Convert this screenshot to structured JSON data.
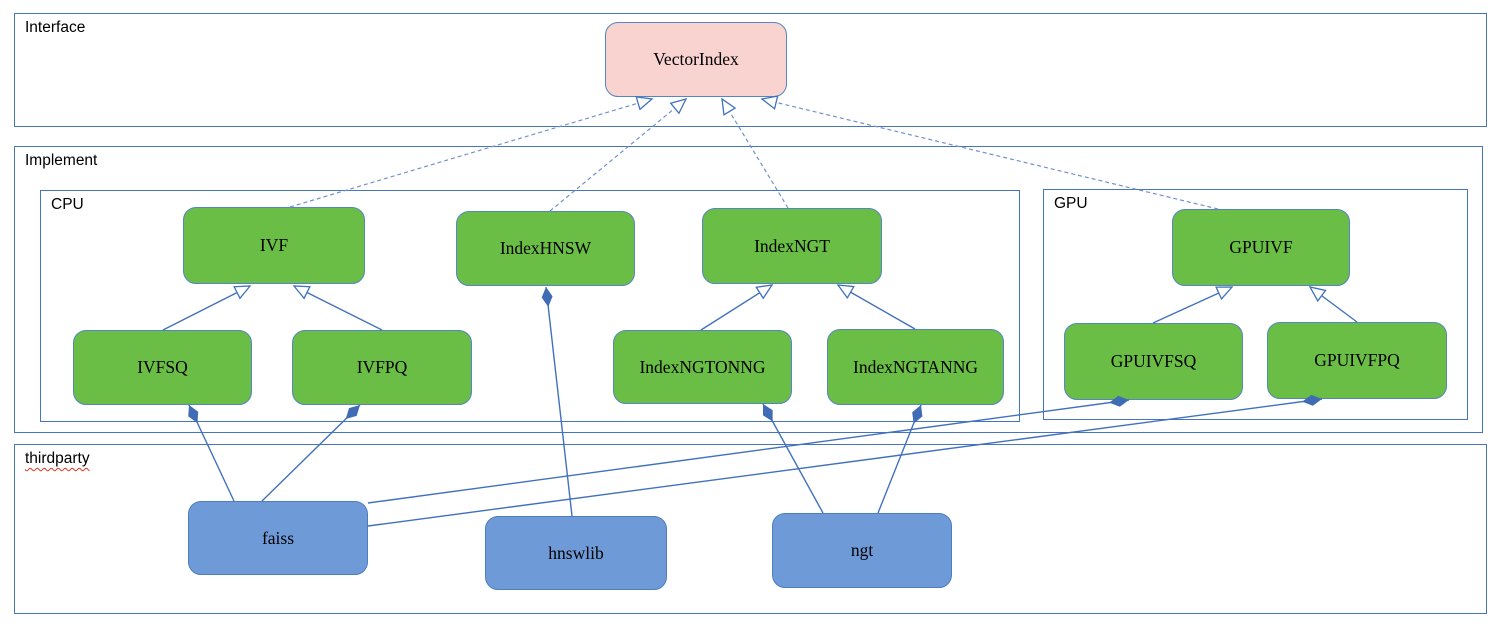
{
  "containers": {
    "interface": {
      "label": "Interface"
    },
    "implement": {
      "label": "Implement"
    },
    "cpu": {
      "label": "CPU"
    },
    "gpu": {
      "label": "GPU"
    },
    "thirdparty": {
      "label": "thirdparty"
    }
  },
  "nodes": {
    "vectorindex": {
      "label": "VectorIndex",
      "kind": "interface",
      "container": "interface"
    },
    "ivf": {
      "label": "IVF",
      "kind": "class",
      "container": "cpu"
    },
    "indexhnsw": {
      "label": "IndexHNSW",
      "kind": "class",
      "container": "cpu"
    },
    "indexngt": {
      "label": "IndexNGT",
      "kind": "class",
      "container": "cpu"
    },
    "ivfsq": {
      "label": "IVFSQ",
      "kind": "class",
      "container": "cpu"
    },
    "ivfpq": {
      "label": "IVFPQ",
      "kind": "class",
      "container": "cpu"
    },
    "indexngtonng": {
      "label": "IndexNGTONNG",
      "kind": "class",
      "container": "cpu"
    },
    "indexngtanng": {
      "label": "IndexNGTANNG",
      "kind": "class",
      "container": "cpu"
    },
    "gpuivf": {
      "label": "GPUIVF",
      "kind": "class",
      "container": "gpu"
    },
    "gpuivfsq": {
      "label": "GPUIVFSQ",
      "kind": "class",
      "container": "gpu"
    },
    "gpuivfpq": {
      "label": "GPUIVFPQ",
      "kind": "class",
      "container": "gpu"
    },
    "faiss": {
      "label": "faiss",
      "kind": "library",
      "container": "thirdparty"
    },
    "hnswlib": {
      "label": "hnswlib",
      "kind": "library",
      "container": "thirdparty"
    },
    "ngt": {
      "label": "ngt",
      "kind": "library",
      "container": "thirdparty"
    }
  },
  "edges": [
    {
      "from": "IVF",
      "to": "VectorIndex",
      "type": "realization"
    },
    {
      "from": "IndexHNSW",
      "to": "VectorIndex",
      "type": "realization"
    },
    {
      "from": "IndexNGT",
      "to": "VectorIndex",
      "type": "realization"
    },
    {
      "from": "GPUIVF",
      "to": "VectorIndex",
      "type": "realization"
    },
    {
      "from": "IVFSQ",
      "to": "IVF",
      "type": "inheritance"
    },
    {
      "from": "IVFPQ",
      "to": "IVF",
      "type": "inheritance"
    },
    {
      "from": "IndexNGTONNG",
      "to": "IndexNGT",
      "type": "inheritance"
    },
    {
      "from": "IndexNGTANNG",
      "to": "IndexNGT",
      "type": "inheritance"
    },
    {
      "from": "GPUIVFSQ",
      "to": "GPUIVF",
      "type": "inheritance"
    },
    {
      "from": "GPUIVFPQ",
      "to": "GPUIVF",
      "type": "inheritance"
    },
    {
      "from": "IndexHNSW",
      "to": "hnswlib",
      "type": "composition"
    },
    {
      "from": "IVFSQ",
      "to": "faiss",
      "type": "composition"
    },
    {
      "from": "IVFPQ",
      "to": "faiss",
      "type": "composition"
    },
    {
      "from": "IndexNGTONNG",
      "to": "ngt",
      "type": "composition"
    },
    {
      "from": "IndexNGTANNG",
      "to": "ngt",
      "type": "composition"
    },
    {
      "from": "GPUIVFSQ",
      "to": "faiss",
      "type": "composition"
    },
    {
      "from": "GPUIVFPQ",
      "to": "faiss",
      "type": "composition"
    }
  ],
  "colors": {
    "container_border": "#4674c0",
    "node_green": "#6abd45",
    "node_border": "#5585c2",
    "node_pink": "#f8d3d0",
    "node_blue": "#6f9ad8",
    "node_blue_border": "#4d7dc0",
    "line": "#4171bd",
    "dash_line": "#7290d0",
    "squiggle": "#e03020"
  }
}
